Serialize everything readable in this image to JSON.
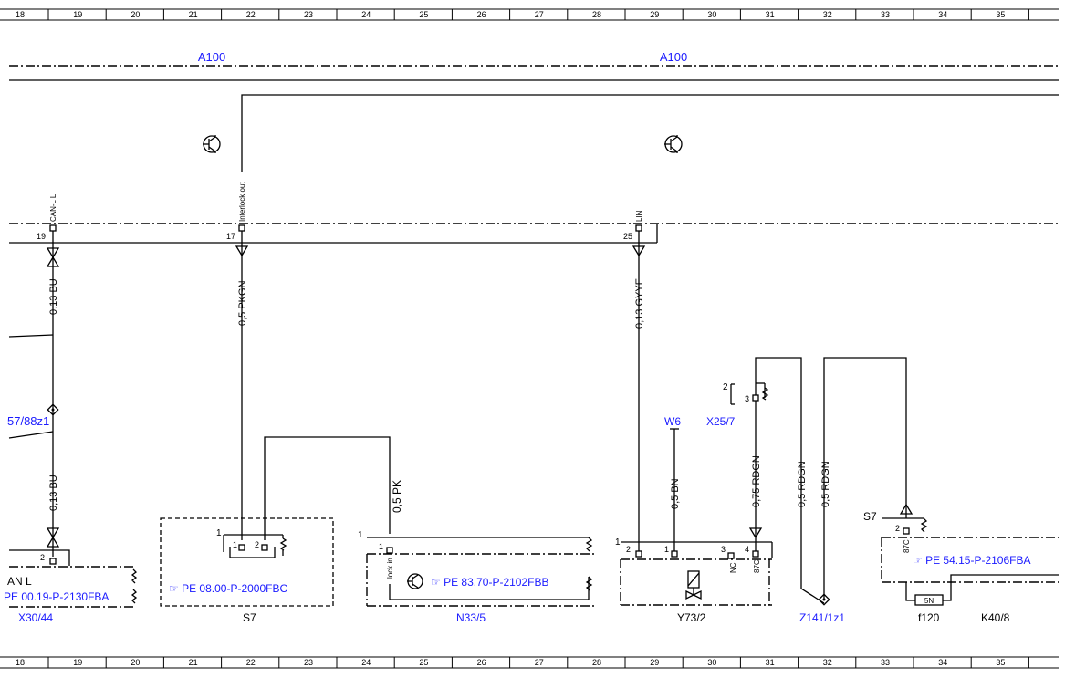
{
  "grid_columns": [
    "18",
    "19",
    "20",
    "21",
    "22",
    "23",
    "24",
    "25",
    "26",
    "27",
    "28",
    "29",
    "30",
    "31",
    "32",
    "33",
    "34",
    "35"
  ],
  "module_label_left": "A100",
  "module_label_right": "A100",
  "pins": {
    "can_l": {
      "label": "CAN-L L",
      "number": "19"
    },
    "interlock_out": {
      "label": "Interlock out",
      "number": "17"
    },
    "lin": {
      "label": "LIN",
      "number": "25"
    }
  },
  "wires": {
    "w1": "0,13 BU",
    "w2": "0,13 BU",
    "w3": "0,5 PKGN",
    "w4": "0,5 PK",
    "w5": "0,13 GYYE",
    "w6": "0,5 BN",
    "w7": "0,75 RDGN",
    "w8": "0,5 RDGN",
    "w9": "0,5 RDGN"
  },
  "labels": {
    "junction_left": "57/88z1",
    "w6_ground": "W6",
    "x25_7": "X25/7",
    "x30_44_partial": "AN L",
    "s7_right": "S7"
  },
  "components": {
    "x30_44": {
      "name": "X30/44",
      "ref": "PE 00.19-P-2130FBA",
      "pin": "2"
    },
    "s7": {
      "name": "S7",
      "ref": "PE 08.00-P-2000FBC",
      "pin_main": "1",
      "pin_a": "1",
      "pin_b": "2"
    },
    "n33_5": {
      "name": "N33/5",
      "ref": "PE 83.70-P-2102FBB",
      "pin_main": "1",
      "pin_a": "1",
      "pin_label": "lock in"
    },
    "y73_2": {
      "name": "Y73/2",
      "pin_main": "1",
      "p2": "2",
      "p1": "1",
      "p3": "3",
      "p4": "4",
      "nc": "NC",
      "c87": "87C"
    },
    "x25_7_conn": {
      "pin_main": "2",
      "pin": "3"
    },
    "z141": {
      "name": "Z141/1z1"
    },
    "f120": {
      "name": "f120",
      "rating": "5N"
    },
    "k40_8": {
      "name": "K40/8",
      "ref": "PE 54.15-P-2106FBA",
      "pin": "2",
      "c87": "87C"
    }
  }
}
